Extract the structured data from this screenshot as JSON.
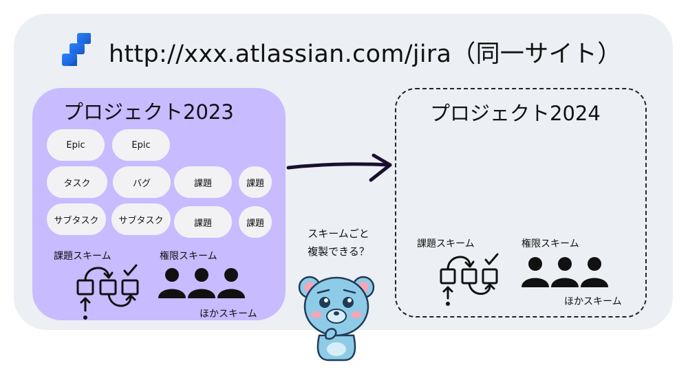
{
  "site": {
    "url": "http://xxx.atlassian.com/jira（同一サイト）",
    "logo_icon": "jira-logo-icon",
    "panel_color": "#eceff3"
  },
  "project_2023": {
    "title": "プロジェクト2023",
    "fill_color": "#c8bbff",
    "issue_types": [
      "Epic",
      "Epic",
      "タスク",
      "バグ",
      "課題",
      "課題",
      "サブタスク",
      "サブタスク",
      "課題",
      "課題"
    ],
    "issue_scheme_label": "課題スキーム",
    "permission_scheme_label": "権限スキーム",
    "other_schemes_label": "ほかスキーム"
  },
  "project_2024": {
    "title": "プロジェクト2024",
    "issue_scheme_label": "課題スキーム",
    "permission_scheme_label": "権限スキーム",
    "other_schemes_label": "ほかスキーム",
    "border_style": "dashed"
  },
  "question": {
    "line1": "スキームごと",
    "line2": "複製できる？"
  },
  "icons": {
    "workflow": "workflow-icon",
    "users": "users-icon",
    "mascot": "thinking-bear-mascot",
    "arrow": "arrow-right-icon"
  },
  "colors": {
    "jira_blue_dark": "#2165d9",
    "jira_blue_light": "#4c9aff",
    "mascot_body": "#8ecbe6",
    "mascot_outline": "#1f3b57",
    "arrow_color": "#1b0f2e"
  }
}
